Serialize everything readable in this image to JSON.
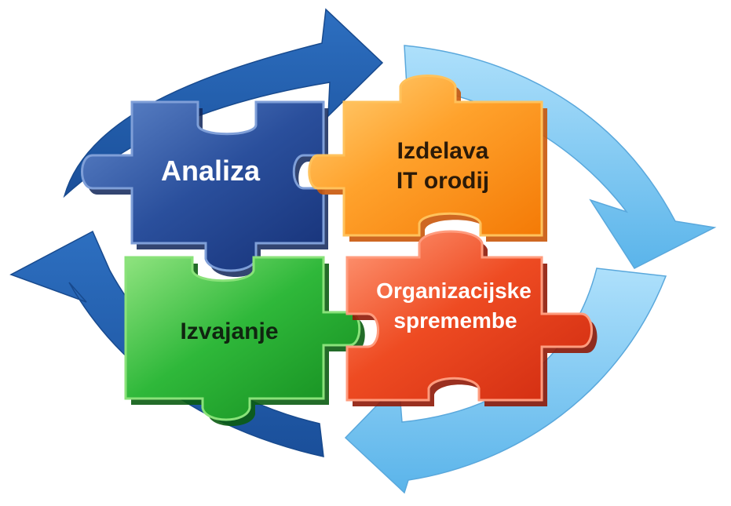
{
  "diagram": {
    "pieces": [
      {
        "id": "analiza",
        "lines": [
          "Analiza"
        ],
        "color": "#1d3f8c",
        "text_color": "#ffffff"
      },
      {
        "id": "izdelava",
        "lines": [
          "Izdelava",
          "IT orodij"
        ],
        "color": "#ff9a1e",
        "text_color": "#2b1a08"
      },
      {
        "id": "izvajanje",
        "lines": [
          "Izvajanje"
        ],
        "color": "#1fa12b",
        "text_color": "#102510"
      },
      {
        "id": "organizacijske",
        "lines": [
          "Organizacijske",
          "spremembe"
        ],
        "color": "#e8431d",
        "text_color": "#ffffff"
      }
    ],
    "arrows": [
      {
        "id": "dark-blue",
        "color": "#1f5aa8"
      },
      {
        "id": "light-blue",
        "color": "#7cc8f0"
      }
    ]
  }
}
